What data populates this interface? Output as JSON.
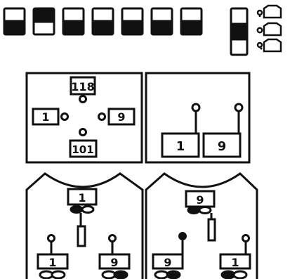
{
  "colors": {
    "ink": "#111111",
    "paper": "#ffffff"
  },
  "switch_row": {
    "switches": [
      {
        "state": "down"
      },
      {
        "state": "up"
      },
      {
        "state": "down"
      },
      {
        "state": "down"
      },
      {
        "state": "down"
      },
      {
        "state": "down"
      },
      {
        "state": "down"
      }
    ],
    "selector": {
      "position": "middle"
    }
  },
  "panel_top_left": {
    "top_box": "118",
    "left_box": "1",
    "right_box": "9",
    "bottom_box": "101"
  },
  "panel_top_right": {
    "left_box": "1",
    "right_box": "9"
  },
  "panel_bottom_left": {
    "center_box": "1",
    "left_box": "1",
    "right_box": "9"
  },
  "panel_bottom_right": {
    "center_box": "9",
    "left_box": "9",
    "right_box": "1"
  }
}
